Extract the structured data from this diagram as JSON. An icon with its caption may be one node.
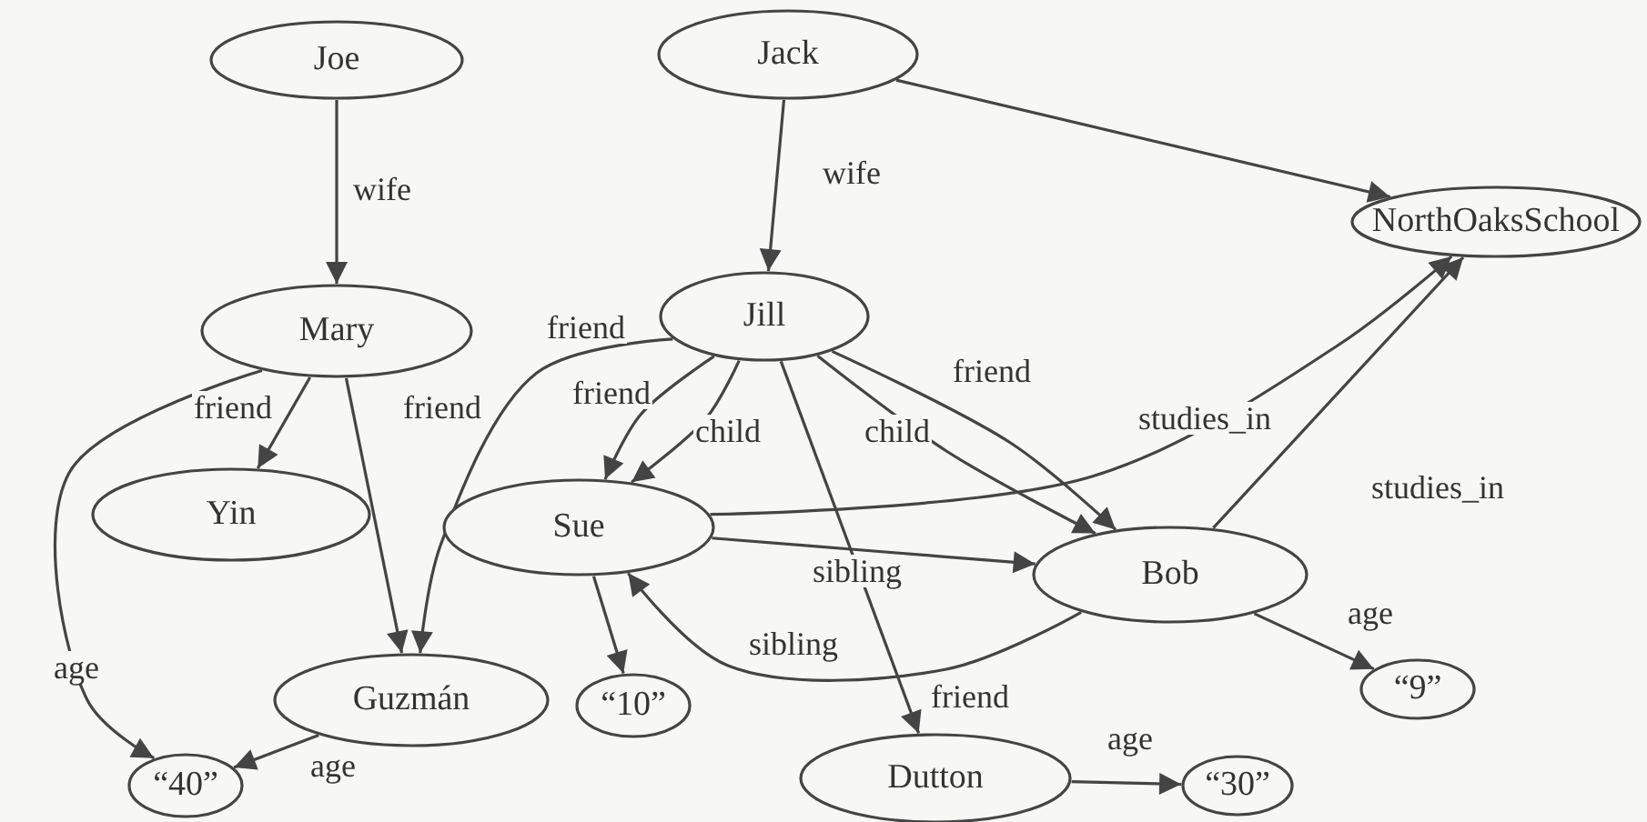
{
  "diagram": {
    "nodes": [
      {
        "text": [
          "Joe"
        ]
      },
      {
        "text": [
          "Jack"
        ]
      },
      {
        "text": [
          "NorthOaksSchool"
        ]
      },
      {
        "text": [
          "Mary"
        ]
      },
      {
        "text": [
          "Jill"
        ]
      },
      {
        "text": [
          "Yin"
        ]
      },
      {
        "text": [
          "Sue"
        ]
      },
      {
        "text": [
          "Bob"
        ]
      },
      {
        "text": [
          "Guzmán"
        ]
      },
      {
        "text": [
          "“10”"
        ]
      },
      {
        "text": [
          "“9”"
        ]
      },
      {
        "text": [
          "“40”"
        ]
      },
      {
        "text": [
          "Dutton"
        ]
      },
      {
        "text": [
          "“30”"
        ]
      }
    ],
    "edges": [
      {
        "from": 0,
        "to": 3,
        "arrow": "to",
        "label": "wife"
      },
      {
        "from": 1,
        "to": 4,
        "arrow": "to",
        "label": "wife"
      },
      {
        "from": 1,
        "to": 2,
        "arrow": "to"
      },
      {
        "from": 3,
        "to": 5,
        "arrow": "to",
        "label": "friend"
      },
      {
        "from": 3,
        "to": 8,
        "arrow": "to",
        "label": "friend"
      },
      {
        "from": 3,
        "to": 11,
        "arrow": "to",
        "label": "age"
      },
      {
        "from": 4,
        "to": 8,
        "arrow": "to",
        "label": "friend"
      },
      {
        "from": 4,
        "to": 6,
        "arrow": "to",
        "label": "friend"
      },
      {
        "from": 4,
        "to": 6,
        "arrow": "to",
        "label": "child"
      },
      {
        "from": 4,
        "to": 7,
        "arrow": "to",
        "label": "child"
      },
      {
        "from": 4,
        "to": 7,
        "arrow": "to",
        "label": "friend"
      },
      {
        "from": 4,
        "to": 12,
        "arrow": "to",
        "label": "friend"
      },
      {
        "from": 6,
        "to": 2,
        "arrow": "to",
        "label": "studies_in"
      },
      {
        "from": 6,
        "to": 7,
        "arrow": "to",
        "label": "sibling"
      },
      {
        "from": 7,
        "to": 6,
        "arrow": "to",
        "label": "sibling"
      },
      {
        "from": 6,
        "to": 9,
        "arrow": "to"
      },
      {
        "from": 7,
        "to": 2,
        "arrow": "to",
        "label": "studies_in"
      },
      {
        "from": 7,
        "to": 10,
        "arrow": "to",
        "label": "age"
      },
      {
        "from": 8,
        "to": 11,
        "arrow": "to",
        "label": "age"
      },
      {
        "from": 12,
        "to": 13,
        "arrow": "to",
        "label": "age"
      }
    ]
  }
}
